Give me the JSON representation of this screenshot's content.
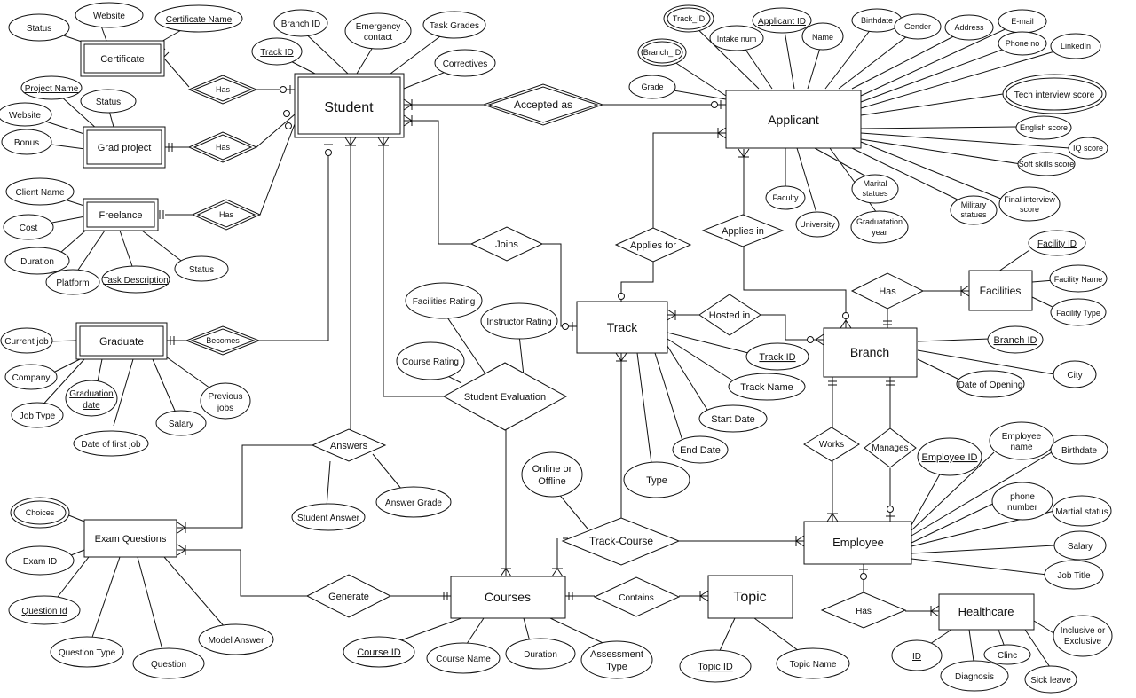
{
  "entities": {
    "student": "Student",
    "applicant": "Applicant",
    "certificate": "Certificate",
    "grad_project": "Grad project",
    "freelance": "Freelance",
    "graduate": "Graduate",
    "track": "Track",
    "branch": "Branch",
    "facilities": "Facilities",
    "employee": "Employee",
    "healthcare": "Healthcare",
    "courses": "Courses",
    "topic": "Topic",
    "exam_questions": "Exam Questions"
  },
  "relationships": {
    "cert_has": "Has",
    "grad_has": "Has",
    "free_has": "Has",
    "becomes": "Becomes",
    "accepted_as": "Accepted as",
    "joins": "Joins",
    "applies_for": "Applies for",
    "applies_in": "Applies in",
    "hosted_in": "Hosted in",
    "fac_has": "Has",
    "works": "Works",
    "manages": "Manages",
    "emp_has": "Has",
    "student_evaluation": "Student Evaluation",
    "answers": "Answers",
    "track_course": "Track-Course",
    "generate": "Generate",
    "contains": "Contains"
  },
  "attributes": {
    "cert_status": "Status",
    "cert_website": "Website",
    "cert_name": "Certificate Name",
    "proj_name": "Project Name",
    "proj_status": "Status",
    "proj_website": "Website",
    "proj_bonus": "Bonus",
    "fl_client": "Client Name",
    "fl_cost": "Cost",
    "fl_duration": "Duration",
    "fl_platform": "Platform",
    "fl_task": "Task Description",
    "fl_status": "Status",
    "gr_current_job": "Current job",
    "gr_company": "Company",
    "gr_grad_date_1": "Graduation",
    "gr_grad_date_2": "date",
    "gr_job_type": "Job Type",
    "gr_first_job": "Date of first job",
    "gr_salary": "Salary",
    "gr_prev_1": "Previous",
    "gr_prev_2": "jobs",
    "st_branch_id": "Branch ID",
    "st_emergency_1": "Emergency",
    "st_emergency_2": "contact",
    "st_task_grades": "Task Grades",
    "st_track_id": "Track ID",
    "st_correctives": "Correctives",
    "ap_track_id": "Track_ID",
    "ap_intake": "Intake num",
    "ap_id": "Applicant ID",
    "ap_name": "Name",
    "ap_birthdate": "Birthdate",
    "ap_gender": "Gender",
    "ap_address": "Address",
    "ap_email": "E-mail",
    "ap_phone": "Phone no",
    "ap_linkedin": "LinkedIn",
    "ap_branch_id": "Branch_ID",
    "ap_grade": "Grade",
    "ap_tech": "Tech interview score",
    "ap_english": "English score",
    "ap_iq": "IQ score",
    "ap_soft": "Soft skills score",
    "ap_faculty": "Faculty",
    "ap_university": "University",
    "ap_marital_1": "Marital",
    "ap_marital_2": "statues",
    "ap_grad_year_1": "Graduatation",
    "ap_grad_year_2": "year",
    "ap_military_1": "Military",
    "ap_military_2": "statues",
    "ap_final_1": "Final interview",
    "ap_final_2": "score",
    "fa_id": "Facility ID",
    "fa_name": "Facility Name",
    "fa_type": "Facility Type",
    "br_id": "Branch ID",
    "br_city": "City",
    "br_opening": "Date of Opening",
    "tr_id": "Track ID",
    "tr_name": "Track Name",
    "tr_start": "Start Date",
    "tr_end": "End Date",
    "tr_type": "Type",
    "ev_facilities": "Facilities Rating",
    "ev_instructor": "Instructor Rating",
    "ev_course": "Course Rating",
    "tc_online_1": "Online or",
    "tc_online_2": "Offline",
    "an_student": "Student Answer",
    "an_grade": "Answer Grade",
    "eq_choices": "Choices",
    "eq_id": "Exam ID",
    "eq_qid": "Question Id",
    "eq_qtype": "Question Type",
    "eq_question": "Question",
    "eq_model": "Model Answer",
    "co_id": "Course ID",
    "co_name": "Course Name",
    "co_duration": "Duration",
    "co_assess_1": "Assessment",
    "co_assess_2": "Type",
    "to_id": "Topic ID",
    "to_name": "Topic Name",
    "em_id": "Employee ID",
    "em_name_1": "Employee",
    "em_name_2": "name",
    "em_birthdate": "Birthdate",
    "em_phone_1": "phone",
    "em_phone_2": "number",
    "em_marital": "Martial status",
    "em_salary": "Salary",
    "em_title": "Job Title",
    "hc_id": "ID",
    "hc_diagnosis": "Diagnosis",
    "hc_clinic": "Clinc",
    "hc_sick": "Sick leave",
    "hc_inclusive_1": "Inclusive or",
    "hc_inclusive_2": "Exclusive"
  }
}
